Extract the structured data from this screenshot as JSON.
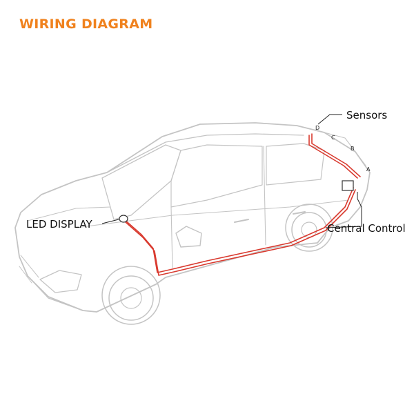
{
  "title": "WIRING DIAGRAM",
  "labels": {
    "sensors": "Sensors",
    "led_display": "LED DISPLAY",
    "central_control": "Central Control"
  },
  "sensor_letters": [
    "A",
    "B",
    "C",
    "D"
  ],
  "colors": {
    "title": "#f0821e",
    "car_outline": "#c4c4c4",
    "wire": "#d93a2f",
    "leader": "#222222"
  }
}
